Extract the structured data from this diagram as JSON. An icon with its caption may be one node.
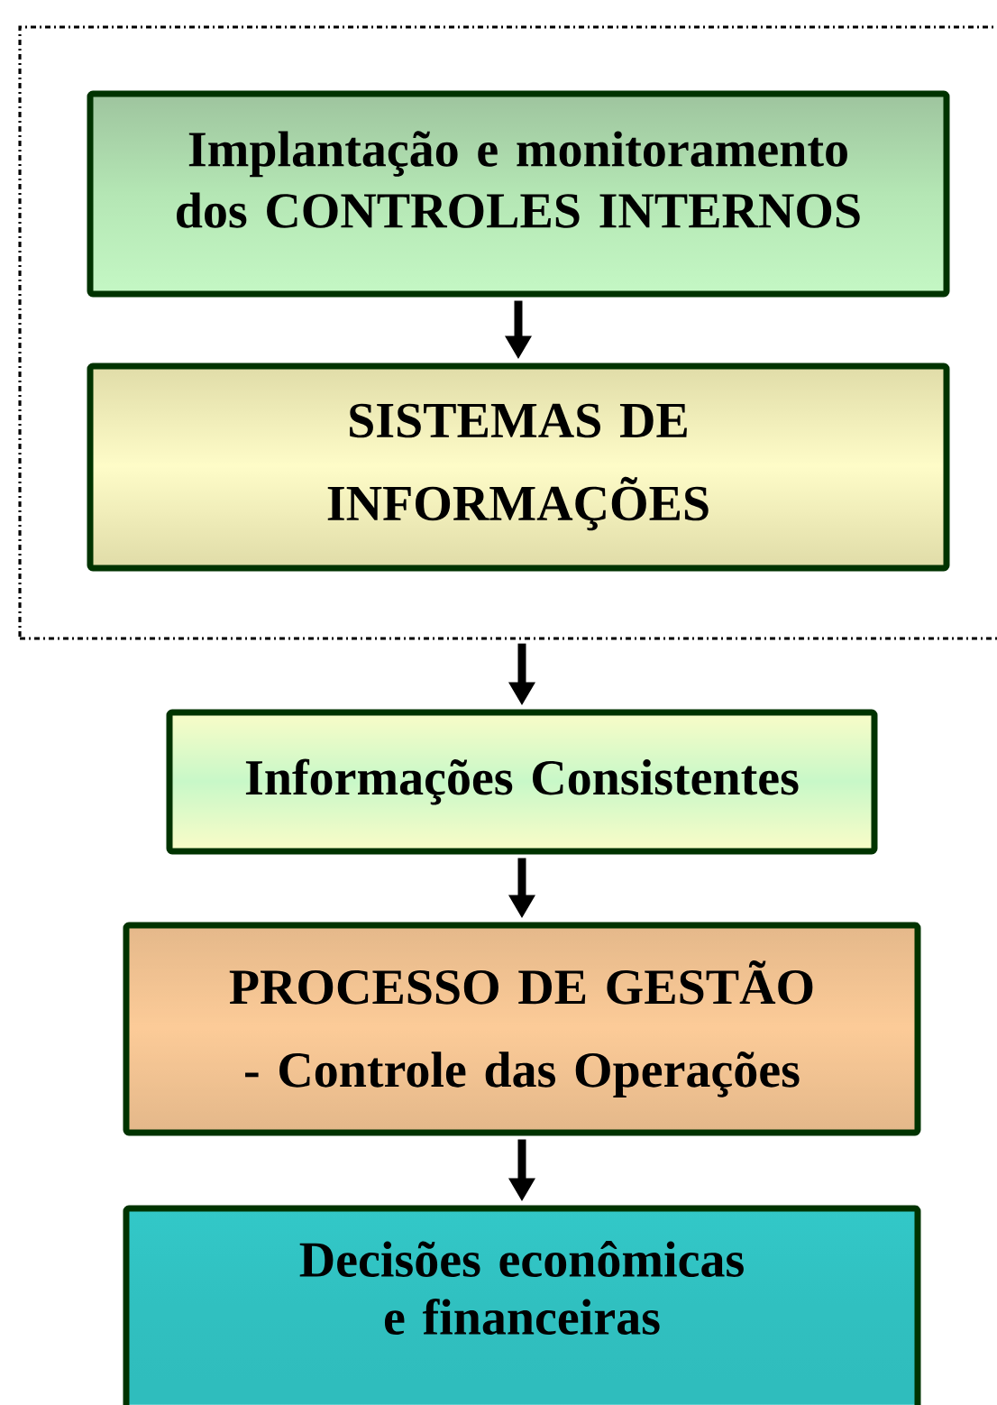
{
  "diagram": {
    "nodes": [
      {
        "text": [],
        "shape": "box"
      },
      {
        "text": [
          "Implantação e monitoramento dos CONTROLES INTERNOS"
        ],
        "in": 0
      },
      {
        "text": [
          "SISTEMAS DE INFORMAÇÕES"
        ],
        "in": 0
      },
      {
        "text": [
          "Informações Consistentes"
        ]
      },
      {
        "text": [
          "PROCESSO DE GESTÃO - Controle das Operações"
        ]
      },
      {
        "text": [
          "Decisões econômicas e financeiras"
        ]
      }
    ],
    "edges": [
      {
        "from": 1,
        "to": 2,
        "arrow": "to"
      },
      {
        "from": 0,
        "to": 3,
        "arrow": "to"
      },
      {
        "from": 3,
        "to": 4,
        "arrow": "to"
      },
      {
        "from": 4,
        "to": 5,
        "arrow": "to"
      }
    ]
  }
}
